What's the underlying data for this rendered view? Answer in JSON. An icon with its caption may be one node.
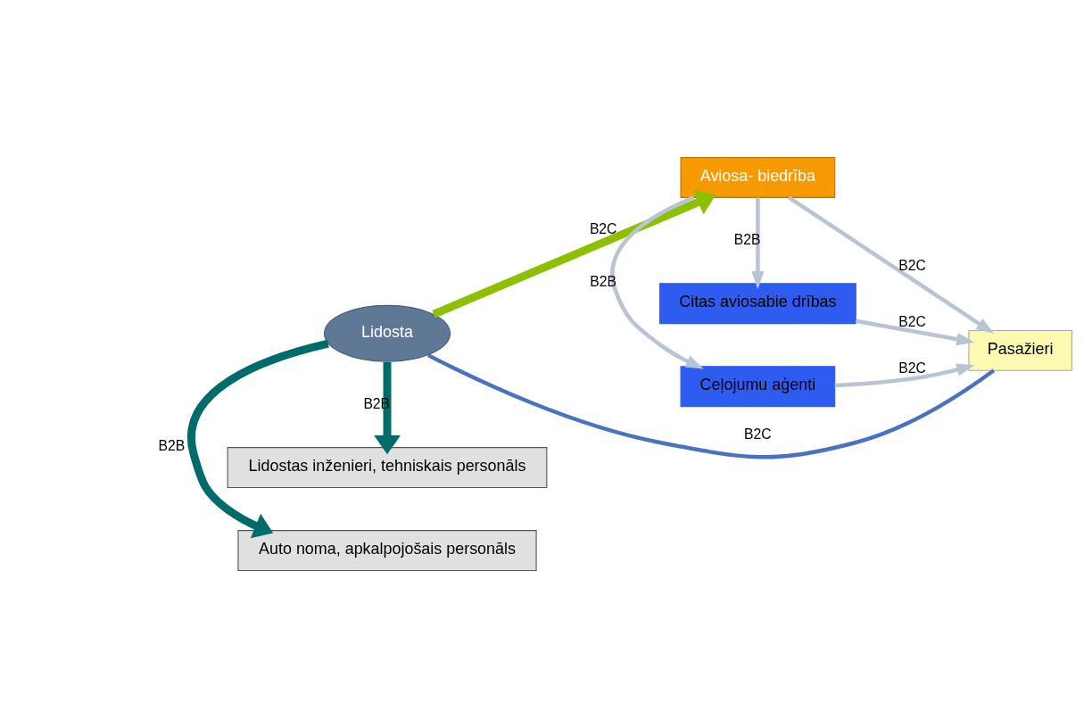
{
  "diagram": {
    "nodes": [
      {
        "text": [
          "Auto noma, apkalpojošais personāls"
        ]
      },
      {
        "text": [
          "Ceļojumu aģenti"
        ]
      },
      {
        "text": [
          "Lidosta"
        ]
      },
      {
        "text": [
          "Aviosa- biedrība"
        ]
      },
      {
        "text": [
          "Pasažieri"
        ]
      },
      {
        "text": [
          "Citas aviosabie drības"
        ]
      },
      {
        "text": [
          "Lidostas inženieri, tehniskais personāls"
        ]
      }
    ],
    "edges": [
      {
        "from": 2,
        "to": 0,
        "arrow": "to",
        "label": "B2B",
        "style": "thick",
        "color": "#006b6b"
      },
      {
        "from": 2,
        "to": 3,
        "arrow": "to",
        "label": "B2C",
        "style": "thick",
        "color": "#8cc000"
      },
      {
        "from": 3,
        "to": 1,
        "arrow": "to",
        "label": "B2B"
      },
      {
        "from": 1,
        "to": 4,
        "arrow": "to",
        "label": "B2C"
      },
      {
        "from": 3,
        "to": 4,
        "arrow": "to",
        "label": "B2C"
      },
      {
        "from": 3,
        "to": 5,
        "arrow": "to",
        "label": "B2B"
      },
      {
        "from": 5,
        "to": 4,
        "arrow": "to",
        "label": "B2C"
      },
      {
        "from": 2,
        "to": 6,
        "arrow": "to",
        "label": "B2B",
        "style": "thick",
        "color": "#006b6b"
      },
      {
        "from": 2,
        "to": 4,
        "arrow": "none",
        "label": "B2C",
        "color": "#4a72c0"
      }
    ]
  }
}
